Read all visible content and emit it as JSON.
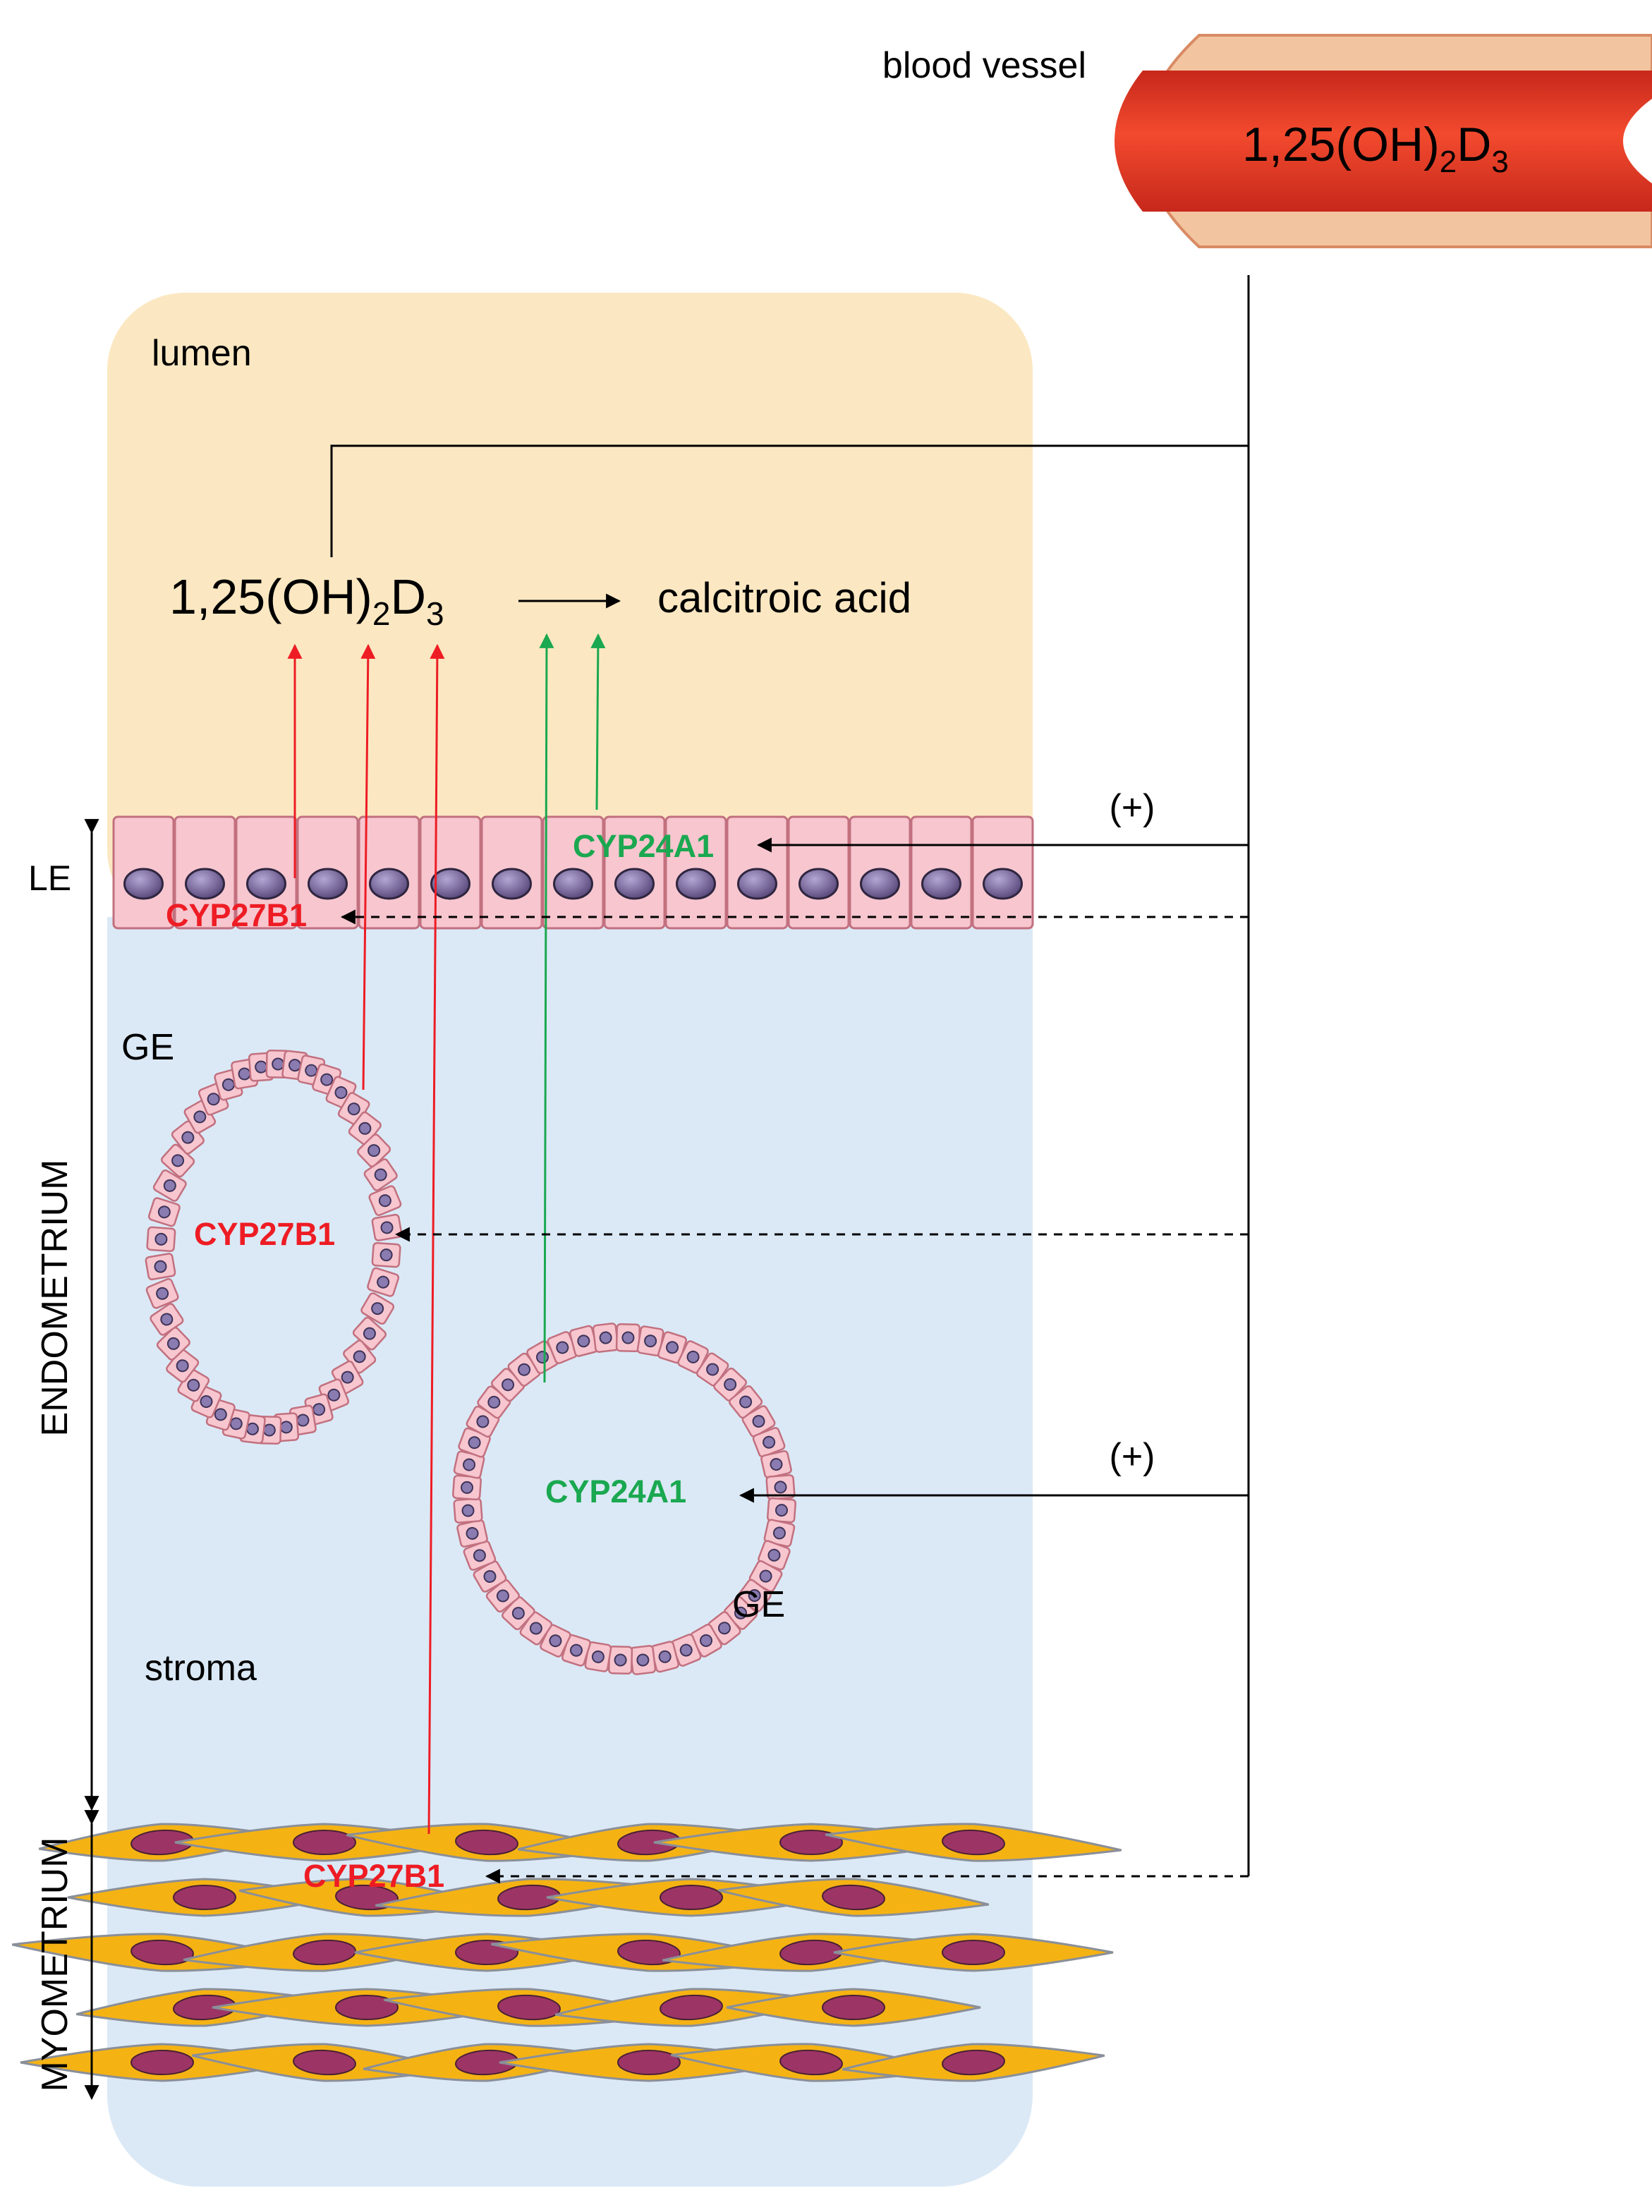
{
  "labels": {
    "blood_vessel": "blood vessel",
    "lumen": "lumen",
    "le": "LE",
    "ge_upper": "GE",
    "ge_lower": "GE",
    "stroma": "stroma",
    "endometrium": "ENDOMETRIUM",
    "myometrium": "MYOMETRIUM",
    "calcitroic_acid": "calcitroic acid",
    "plus_upper": "(+)",
    "plus_lower": "(+)"
  },
  "molecule": {
    "base": "1,25(OH)",
    "sub1": "2",
    "mid": "D",
    "sub2": "3"
  },
  "enzymes": {
    "le_cyp24a1": "CYP24A1",
    "le_cyp27b1": "CYP27B1",
    "ge_cyp27b1": "CYP27B1",
    "ge_cyp24a1": "CYP24A1",
    "myo_cyp27b1": "CYP27B1"
  },
  "colors": {
    "lumen": "#fbe8c2",
    "stroma": "#dbe9f6",
    "cyp27b1": "#ee1c24",
    "cyp24a1": "#1aa850",
    "vessel": "#e8311f",
    "cell": "#f7c6cf",
    "nucleus": "#6f5f8f",
    "muscle": "#f5b313",
    "muscle_nucleus": "#9c3566"
  }
}
